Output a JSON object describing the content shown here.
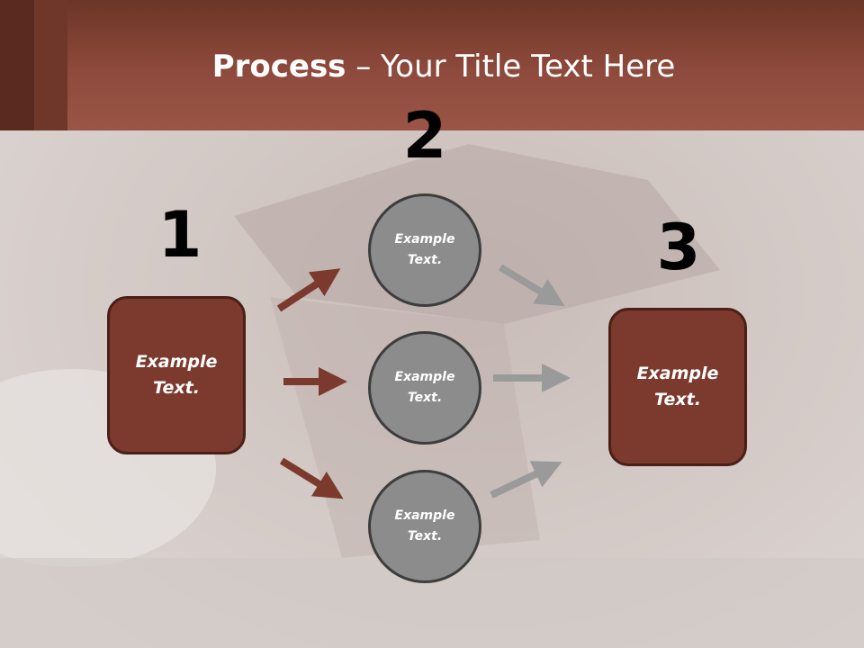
{
  "title": {
    "bold": "Process",
    "rest": " – Your Title Text Here"
  },
  "steps": {
    "one": "1",
    "two": "2",
    "three": "3"
  },
  "left_box": {
    "label": "Example Text."
  },
  "circles": [
    {
      "label": "Example Text."
    },
    {
      "label": "Example Text."
    },
    {
      "label": "Example Text."
    }
  ],
  "right_box": {
    "label": "Example Text."
  },
  "colors": {
    "header": "#8e4a3c",
    "box_fill": "#7b3a2d",
    "circle_fill": "#8c8c8c",
    "arrow_brown": "#7b3a2d",
    "arrow_grey": "#9a9a9a"
  }
}
